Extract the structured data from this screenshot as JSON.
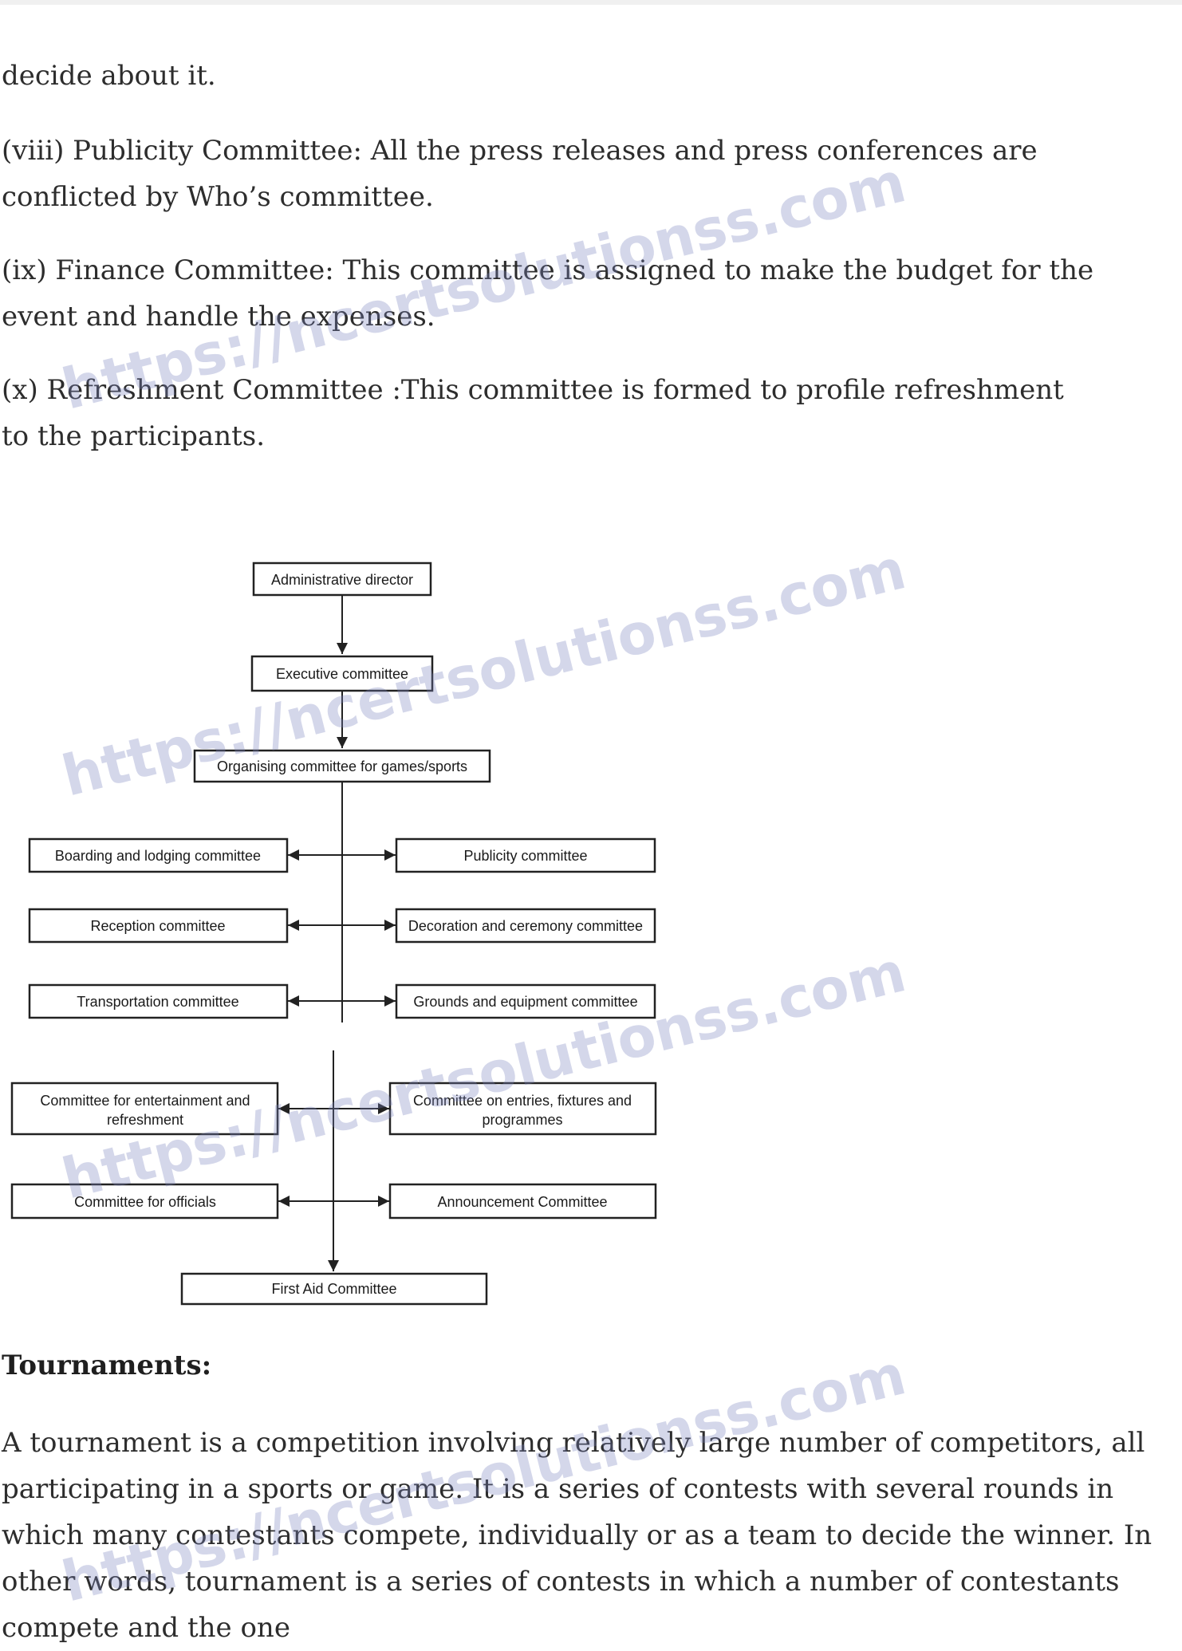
{
  "paragraphs": [
    "decide about it.",
    "(viii) Publicity Committee: All the press releases and press conferences are conflicted by Who’s committee.",
    "(ix) Finance Committee: This committee is assigned to make the budget for the event and handle the expenses.",
    "(x) Refreshment Committee :This committee is formed to profile refreshment to the participants."
  ],
  "chart": {
    "top": [
      "Administrative director",
      "Executive committee",
      "Organising committee for games/sports"
    ],
    "left": [
      "Boarding and lodging committee",
      "Reception committee",
      "Transportation committee"
    ],
    "right": [
      "Publicity committee",
      "Decoration and ceremony committee",
      "Grounds and equipment committee"
    ],
    "lower_left": [
      "Committee for entertainment and",
      "refreshment",
      "Committee for officials"
    ],
    "lower_right": [
      "Committee on entries, fixtures and",
      "programmes",
      "Announcement Committee"
    ],
    "bottom": "First Aid Committee"
  },
  "tournaments": {
    "heading": "Tournaments:",
    "text": "A tournament is a competition involving relatively large number of competitors, all participating in a sports or game. It is a series of contests with several rounds in which many contestants compete, individually or as a team to decide the winner. In other words, tournament is a series of contests in which a number of contestants compete and the one"
  },
  "watermark": "https://ncertsolutionss.com"
}
